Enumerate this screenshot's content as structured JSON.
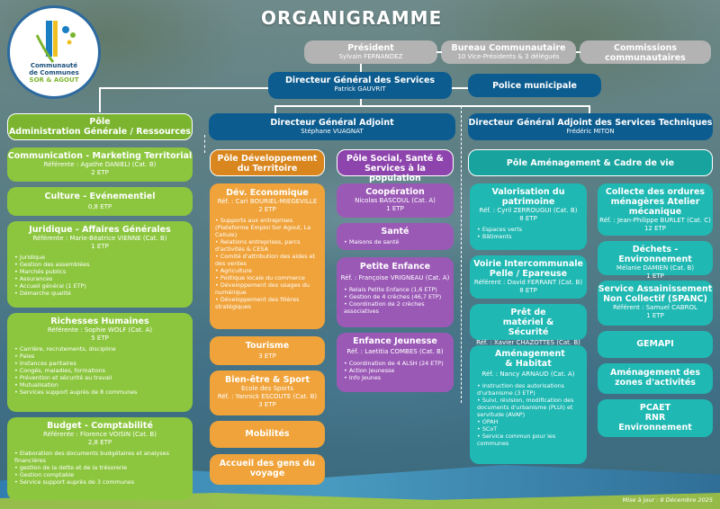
{
  "title": "ORGANIGRAMME",
  "logo": {
    "line1": "Communauté",
    "line2": "de Communes",
    "line3": "SOR & AGOUT"
  },
  "top": {
    "president": {
      "title": "Président",
      "name": "Sylvain FERNANDEZ"
    },
    "bureau": {
      "title": "Bureau Communautaire",
      "sub": "10 Vice-Présidents & 3 délégués"
    },
    "commissions": {
      "title": "Commissions communautaires"
    }
  },
  "dgs": {
    "title": "Directeur Général des Services",
    "name": "Patrick GAUVRIT"
  },
  "police": {
    "title": "Police municipale"
  },
  "dga": {
    "title": "Directeur Général Adjoint",
    "name": "Stéphane VUAGNAT"
  },
  "dgst": {
    "title": "Directeur Général Adjoint des Services Techniques",
    "name": "Frédéric MITON"
  },
  "pole_admin": {
    "title1": "Pôle",
    "title2": "Administration Générale / Ressources",
    "communication": {
      "title": "Communication - Marketing Territorial",
      "ref": "Référente : Agathe DANIELI (Cat. B)",
      "etp": "2 ETP"
    },
    "culture": {
      "title": "Culture - Evénementiel",
      "etp": "0,8 ETP"
    },
    "juridique": {
      "title": "Juridique - Affaires Générales",
      "ref": "Référente : Marie-Béatrice VIENNE (Cat. B)",
      "etp": "1 ETP",
      "items": [
        "Juridique",
        "Gestion des assemblées",
        "Marchés publics",
        "Assurances",
        "Accueil général (1 ETP)",
        "Démarche qualité"
      ]
    },
    "rh": {
      "title": "Richesses Humaines",
      "ref": "Référente : Sophie WOLF (Cat. A)",
      "etp": "5 ETP",
      "items": [
        "Carrière, recrutements, discipline",
        "Paies",
        "Instances paritaires",
        "Congés, maladies, formations",
        "Prévention et sécurité au travail",
        "Mutualisation",
        "Services support auprès de 8 communes"
      ]
    },
    "budget": {
      "title": "Budget - Comptabilité",
      "ref": "Référente : Florence VOISIN (Cat. B)",
      "etp": "2,8 ETP",
      "items": [
        "Elaboration des documents budgétaires et analyses financières",
        "gestion de la dette et de la trésorerie",
        "Gestion comptable",
        "Service support auprès de 3 communes"
      ]
    }
  },
  "pole_dev": {
    "title": "Pôle Développement du Territoire",
    "eco": {
      "title": "Dév. Economique",
      "ref": "Réf. : Cari BOURIEL-MIEGEVILLE",
      "etp": "2 ETP",
      "items": [
        "Supports aux entreprises (Plateforme Emploi Sor Agout, La Cellule)",
        "Relations entreprises, parcs d'activités & CESA",
        "Comité d'attribution des aides et des ventes",
        "Agriculture",
        "Politique locale du commerce",
        "Développement des usages du numérique",
        "Développement des filières stratégiques"
      ]
    },
    "tourisme": {
      "title": "Tourisme",
      "etp": "3 ETP"
    },
    "sport": {
      "title": "Bien-être & Sport",
      "sub": "Ecole des Sports",
      "ref": "Réf. : Yannick ESCOUTE (Cat. B)",
      "etp": "3 ETP"
    },
    "mobilites": {
      "title": "Mobilités"
    },
    "gens": {
      "title": "Accueil des gens du voyage"
    }
  },
  "pole_social": {
    "title": "Pôle Social, Santé & Services à la population",
    "coop": {
      "title": "Coopération",
      "ref": "Nicolas BASCOUL (Cat. A)",
      "etp": "1 ETP"
    },
    "sante": {
      "title": "Santé",
      "items": [
        "Maisons de santé"
      ]
    },
    "petite": {
      "title": "Petite Enfance",
      "ref": "Réf. : Françoise VRIGNEAU (Cat. A)",
      "items": [
        "Relais Petite Enfance (1,6 ETP)",
        "Gestion de 4 crèches (46,7 ETP)",
        "Coordination de 2 crèches associatives"
      ]
    },
    "jeunesse": {
      "title": "Enfance Jeunesse",
      "ref": "Réf. : Laetitia COMBES (Cat. B)",
      "items": [
        "Coordination de 4 ALSH (24 ETP)",
        "Action Jeunesse",
        "Info Jeunes"
      ]
    }
  },
  "pole_amenag": {
    "title": "Pôle Aménagement & Cadre de vie",
    "patrimoine": {
      "title": "Valorisation du patrimoine",
      "ref": "Réf. : Cyril ZERROUGUI (Cat. B)",
      "etp": "8 ETP",
      "items": [
        "Espaces verts",
        "Bâtiments"
      ]
    },
    "voirie": {
      "title": "Voirie Intercommunale Pelle / Epareuse",
      "ref": "Référent : David FERRANT (Cat. B)",
      "etp": "8 ETP"
    },
    "pret": {
      "title": "Prêt de matériel & Sécurité",
      "ref": "Réf. : Xavier CHAZOTTES (Cat. B)"
    },
    "habitat": {
      "title": "Aménagement & Habitat",
      "ref": "Réf. : Nancy ARNAUD (Cat. A)",
      "items": [
        "Instruction des autorisations d'urbanisme (3 ETP)",
        "Suivi, révision, modification des documents d'urbanisme (PLUi) et servitude (AVAP)",
        "OPAH",
        "SCoT",
        "Service commun pour les communes"
      ]
    },
    "collecte": {
      "title": "Collecte des ordures ménagères Atelier mécanique",
      "ref": "Réf. : Jean-Philippe BURLET (Cat. C)",
      "etp": "12 ETP"
    },
    "dechets": {
      "title": "Déchets - Environnement",
      "ref": "Mélanie DAMIEN (Cat. B)",
      "etp": "1 ETP"
    },
    "spanc": {
      "title": "Service Assainissement Non Collectif (SPANC)",
      "ref": "Référent : Samuel CABROL",
      "etp": "1 ETP"
    },
    "gemapi": {
      "title": "GEMAPI"
    },
    "zones": {
      "title": "Aménagement des zones d'activités"
    },
    "pcaet": {
      "line1": "PCAET",
      "line2": "RNR",
      "line3": "Environnement"
    }
  },
  "footer": "Mise à jour : 8 Décembre 2025"
}
